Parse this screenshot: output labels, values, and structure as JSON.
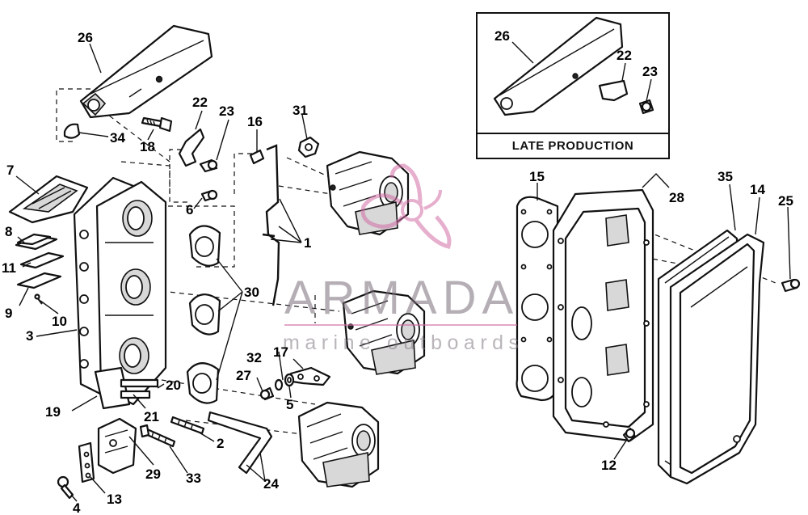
{
  "diagram": {
    "inset_label": "LATE PRODUCTION",
    "callouts": [
      {
        "id": "c26",
        "text": "26"
      },
      {
        "id": "c34",
        "text": "34"
      },
      {
        "id": "c18",
        "text": "18"
      },
      {
        "id": "c22",
        "text": "22"
      },
      {
        "id": "c23",
        "text": "23"
      },
      {
        "id": "c16",
        "text": "16"
      },
      {
        "id": "c31",
        "text": "31"
      },
      {
        "id": "c7",
        "text": "7"
      },
      {
        "id": "c6",
        "text": "6"
      },
      {
        "id": "c8",
        "text": "8"
      },
      {
        "id": "c11",
        "text": "11"
      },
      {
        "id": "c9",
        "text": "9"
      },
      {
        "id": "c10",
        "text": "10"
      },
      {
        "id": "c3",
        "text": "3"
      },
      {
        "id": "c1",
        "text": "1"
      },
      {
        "id": "c30",
        "text": "30"
      },
      {
        "id": "c32",
        "text": "32"
      },
      {
        "id": "c17",
        "text": "17"
      },
      {
        "id": "c27",
        "text": "27"
      },
      {
        "id": "c5",
        "text": "5"
      },
      {
        "id": "c20",
        "text": "20"
      },
      {
        "id": "c19",
        "text": "19"
      },
      {
        "id": "c21",
        "text": "21"
      },
      {
        "id": "c2",
        "text": "2"
      },
      {
        "id": "c29",
        "text": "29"
      },
      {
        "id": "c33",
        "text": "33"
      },
      {
        "id": "c13",
        "text": "13"
      },
      {
        "id": "c4",
        "text": "4"
      },
      {
        "id": "c24",
        "text": "24"
      },
      {
        "id": "c15",
        "text": "15"
      },
      {
        "id": "c28",
        "text": "28"
      },
      {
        "id": "c35",
        "text": "35"
      },
      {
        "id": "c14",
        "text": "14"
      },
      {
        "id": "c25",
        "text": "25"
      },
      {
        "id": "c12",
        "text": "12"
      },
      {
        "id": "c26b",
        "text": "26"
      },
      {
        "id": "c22b",
        "text": "22"
      },
      {
        "id": "c23b",
        "text": "23"
      }
    ]
  },
  "watermark": {
    "title": "ARMADA",
    "subtitle": "marine outboards",
    "accent_color": "#d26ea6"
  }
}
